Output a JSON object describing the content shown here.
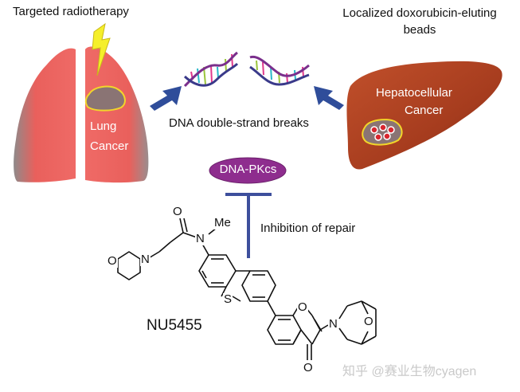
{
  "labels": {
    "radiotherapy": "Targeted radiotherapy",
    "beads": "Localized doxorubicin-eluting beads",
    "lung_line1": "Lung",
    "lung_line2": "Cancer",
    "hep_line1": "Hepatocellular",
    "hep_line2": "Cancer",
    "dsb": "DNA double-strand breaks",
    "dnapk": "DNA-PKcs",
    "inhibition": "Inhibition of repair",
    "compound": "NU5455",
    "watermark": "知乎 @赛业生物cyagen"
  },
  "atoms": {
    "o_carbonyl_amide": "O",
    "n_amide": "N",
    "methyl": "Me",
    "o_morpholine": "O",
    "n_morpholine": "N",
    "s_ring": "S",
    "o_pyran": "O",
    "n_bicyclic": "N",
    "o_bridge": "O",
    "o_carbonyl_chromone": "O"
  },
  "colors": {
    "lung": "#e9605c",
    "liver": "#a63c1e",
    "tumor": "#8a7474",
    "tumor_outline": "#f2d62a",
    "arrow": "#2f4d9a",
    "dnapk_fill": "#8e2d8e",
    "inhibit_line": "#3d4f9c",
    "lightning": "#f5ef2a"
  }
}
